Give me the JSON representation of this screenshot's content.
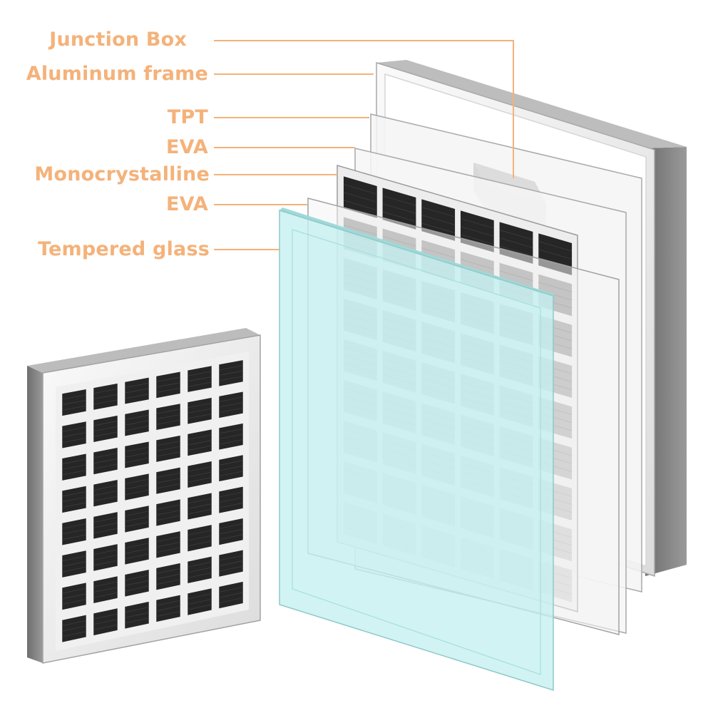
{
  "colors": {
    "label": "#f4b27a",
    "leader": "#f4b27a",
    "frame_light": "#f2f2f2",
    "frame_mid": "#c9c9c9",
    "frame_dark": "#7b7b7b",
    "cell": "#262626",
    "cell_line": "#3d3d3d",
    "grid": "#e9e9e9",
    "glass": "#bfeeee",
    "sheet": "#f4f4f4"
  },
  "icons": {
    "assembled_panel": "solar-panel-icon",
    "exploded_view": "exploded-layers-icon"
  },
  "labels": {
    "junction_box": "Junction Box",
    "aluminum_frame": "Aluminum frame",
    "tpt": "TPT",
    "eva_back": "EVA",
    "monocrystalline": "Monocrystalline",
    "eva_front": "EVA",
    "tempered_glass": "Tempered glass"
  }
}
